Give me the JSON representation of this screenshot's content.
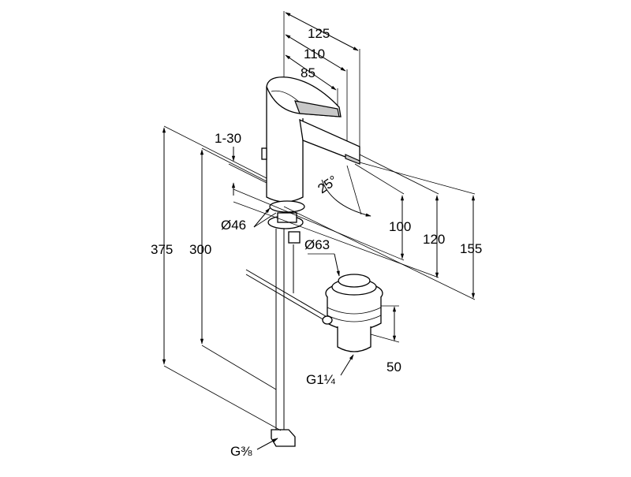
{
  "drawing": {
    "dimensions": {
      "width_125": "125",
      "width_110": "110",
      "width_85": "85",
      "thickness_range": "1-30",
      "angle": "25°",
      "dia_46": "Ø46",
      "dia_63": "Ø63",
      "h_100": "100",
      "h_120": "120",
      "h_155": "155",
      "h_375": "375",
      "h_300": "300",
      "h_50": "50",
      "thread_waste": "G1¼",
      "thread_supply": "G⅜"
    }
  }
}
